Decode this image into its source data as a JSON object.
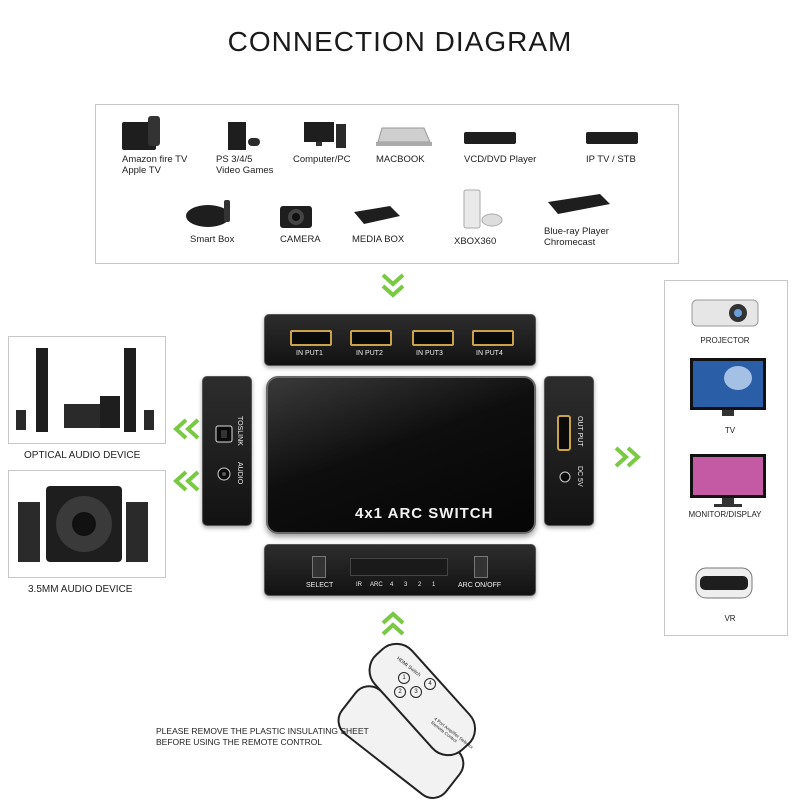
{
  "title": "CONNECTION DIAGRAM",
  "sources": {
    "row1": [
      "Amazon fire TV\nApple TV",
      "PS 3/4/5\nVideo Games",
      "Computer/PC",
      "MACBOOK",
      "VCD/DVD Player",
      "IP TV / STB"
    ],
    "row2": [
      "Smart Box",
      "CAMERA",
      "MEDIA BOX",
      "XBOX360",
      "Blue-ray Player\nChromecast"
    ]
  },
  "switch": {
    "inputs": [
      "IN PUT1",
      "IN PUT2",
      "IN PUT3",
      "IN PUT4"
    ],
    "name": "4x1 ARC SWITCH",
    "left_ports": [
      "TOSLINK",
      "AUDIO"
    ],
    "right_ports": [
      "OUT PUT",
      "DC 5V"
    ],
    "front_select": "SELECT",
    "front_indicators": [
      "IR",
      "ARC",
      "4",
      "3",
      "2",
      "1"
    ],
    "front_arc": "ARC ON/OFF"
  },
  "audio_devices": [
    "OPTICAL AUDIO DEVICE",
    "3.5MM AUDIO DEVICE"
  ],
  "outputs": [
    "PROJECTOR",
    "TV",
    "MONITOR/DISPLAY",
    "VR"
  ],
  "remote": {
    "top_text": "HDMI Switch",
    "buttons": [
      "1",
      "2",
      "3",
      "4"
    ],
    "bottom_text": "4 Port Amplifier Selector\nRemote Control"
  },
  "note": "PLEASE REMOVE THE PLASTIC INSULATING SHEET\nBEFORE USING THE REMOTE CONTROL",
  "colors": {
    "arrow": "#7ac943",
    "port_gold": "#caa24a",
    "device_dark": "#1e1e1e"
  }
}
